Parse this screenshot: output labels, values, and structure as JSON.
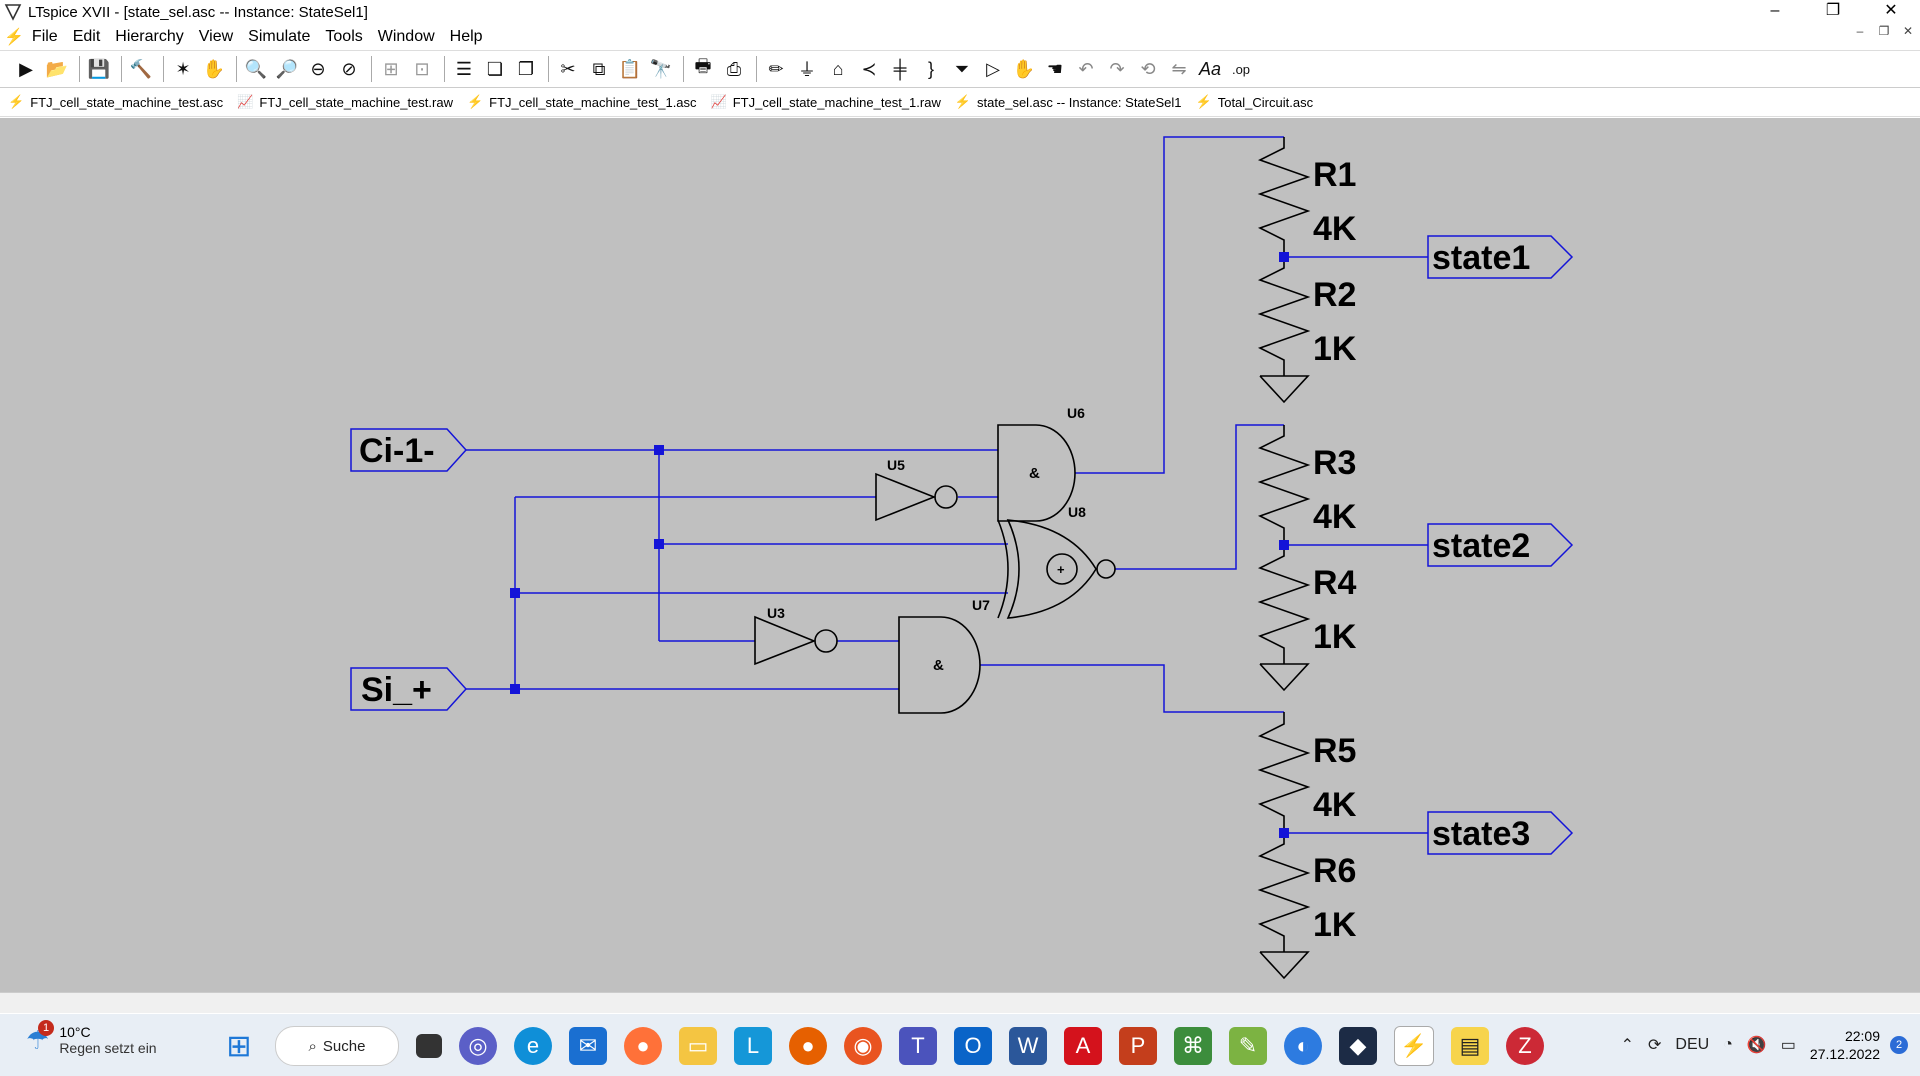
{
  "window": {
    "title": "LTspice XVII - [state_sel.asc -- Instance: StateSel1]",
    "minimize": "–",
    "restore": "❐",
    "close": "✕"
  },
  "menu": {
    "items": [
      "File",
      "Edit",
      "Hierarchy",
      "View",
      "Simulate",
      "Tools",
      "Window",
      "Help"
    ]
  },
  "tabs": [
    {
      "label": "FTJ_cell_state_machine_test.asc",
      "icon": "schematic-icon"
    },
    {
      "label": "FTJ_cell_state_machine_test.raw",
      "icon": "waveform-icon"
    },
    {
      "label": "FTJ_cell_state_machine_test_1.asc",
      "icon": "schematic-icon"
    },
    {
      "label": "FTJ_cell_state_machine_test_1.raw",
      "icon": "waveform-icon"
    },
    {
      "label": "state_sel.asc -- Instance: StateSel1",
      "icon": "schematic-icon"
    },
    {
      "label": "Total_Circuit.asc",
      "icon": "schematic-icon"
    }
  ],
  "schematic": {
    "ports": {
      "ci": "Ci-1-",
      "si": "Si_+",
      "state1": "state1",
      "state2": "state2",
      "state3": "state3"
    },
    "resistors": [
      {
        "name": "R1",
        "value": "4K"
      },
      {
        "name": "R2",
        "value": "1K"
      },
      {
        "name": "R3",
        "value": "4K"
      },
      {
        "name": "R4",
        "value": "1K"
      },
      {
        "name": "R5",
        "value": "4K"
      },
      {
        "name": "R6",
        "value": "1K"
      }
    ],
    "gates": {
      "u6": "U6",
      "u6_sym": "&",
      "u5": "U5",
      "u8": "U8",
      "u8_sym": "+",
      "u7": "U7",
      "u3": "U3",
      "u3_sym": "&"
    },
    "colors": {
      "wire": "#1414d8",
      "junction": "#1414d8",
      "canvas": "#c0c0c0"
    }
  },
  "taskbar": {
    "weather_temp": "10°C",
    "weather_desc": "Regen setzt ein",
    "weather_badge": "1",
    "search_label": "Suche",
    "language": "DEU",
    "time": "22:09",
    "date": "27.12.2022",
    "notifications": "2"
  }
}
